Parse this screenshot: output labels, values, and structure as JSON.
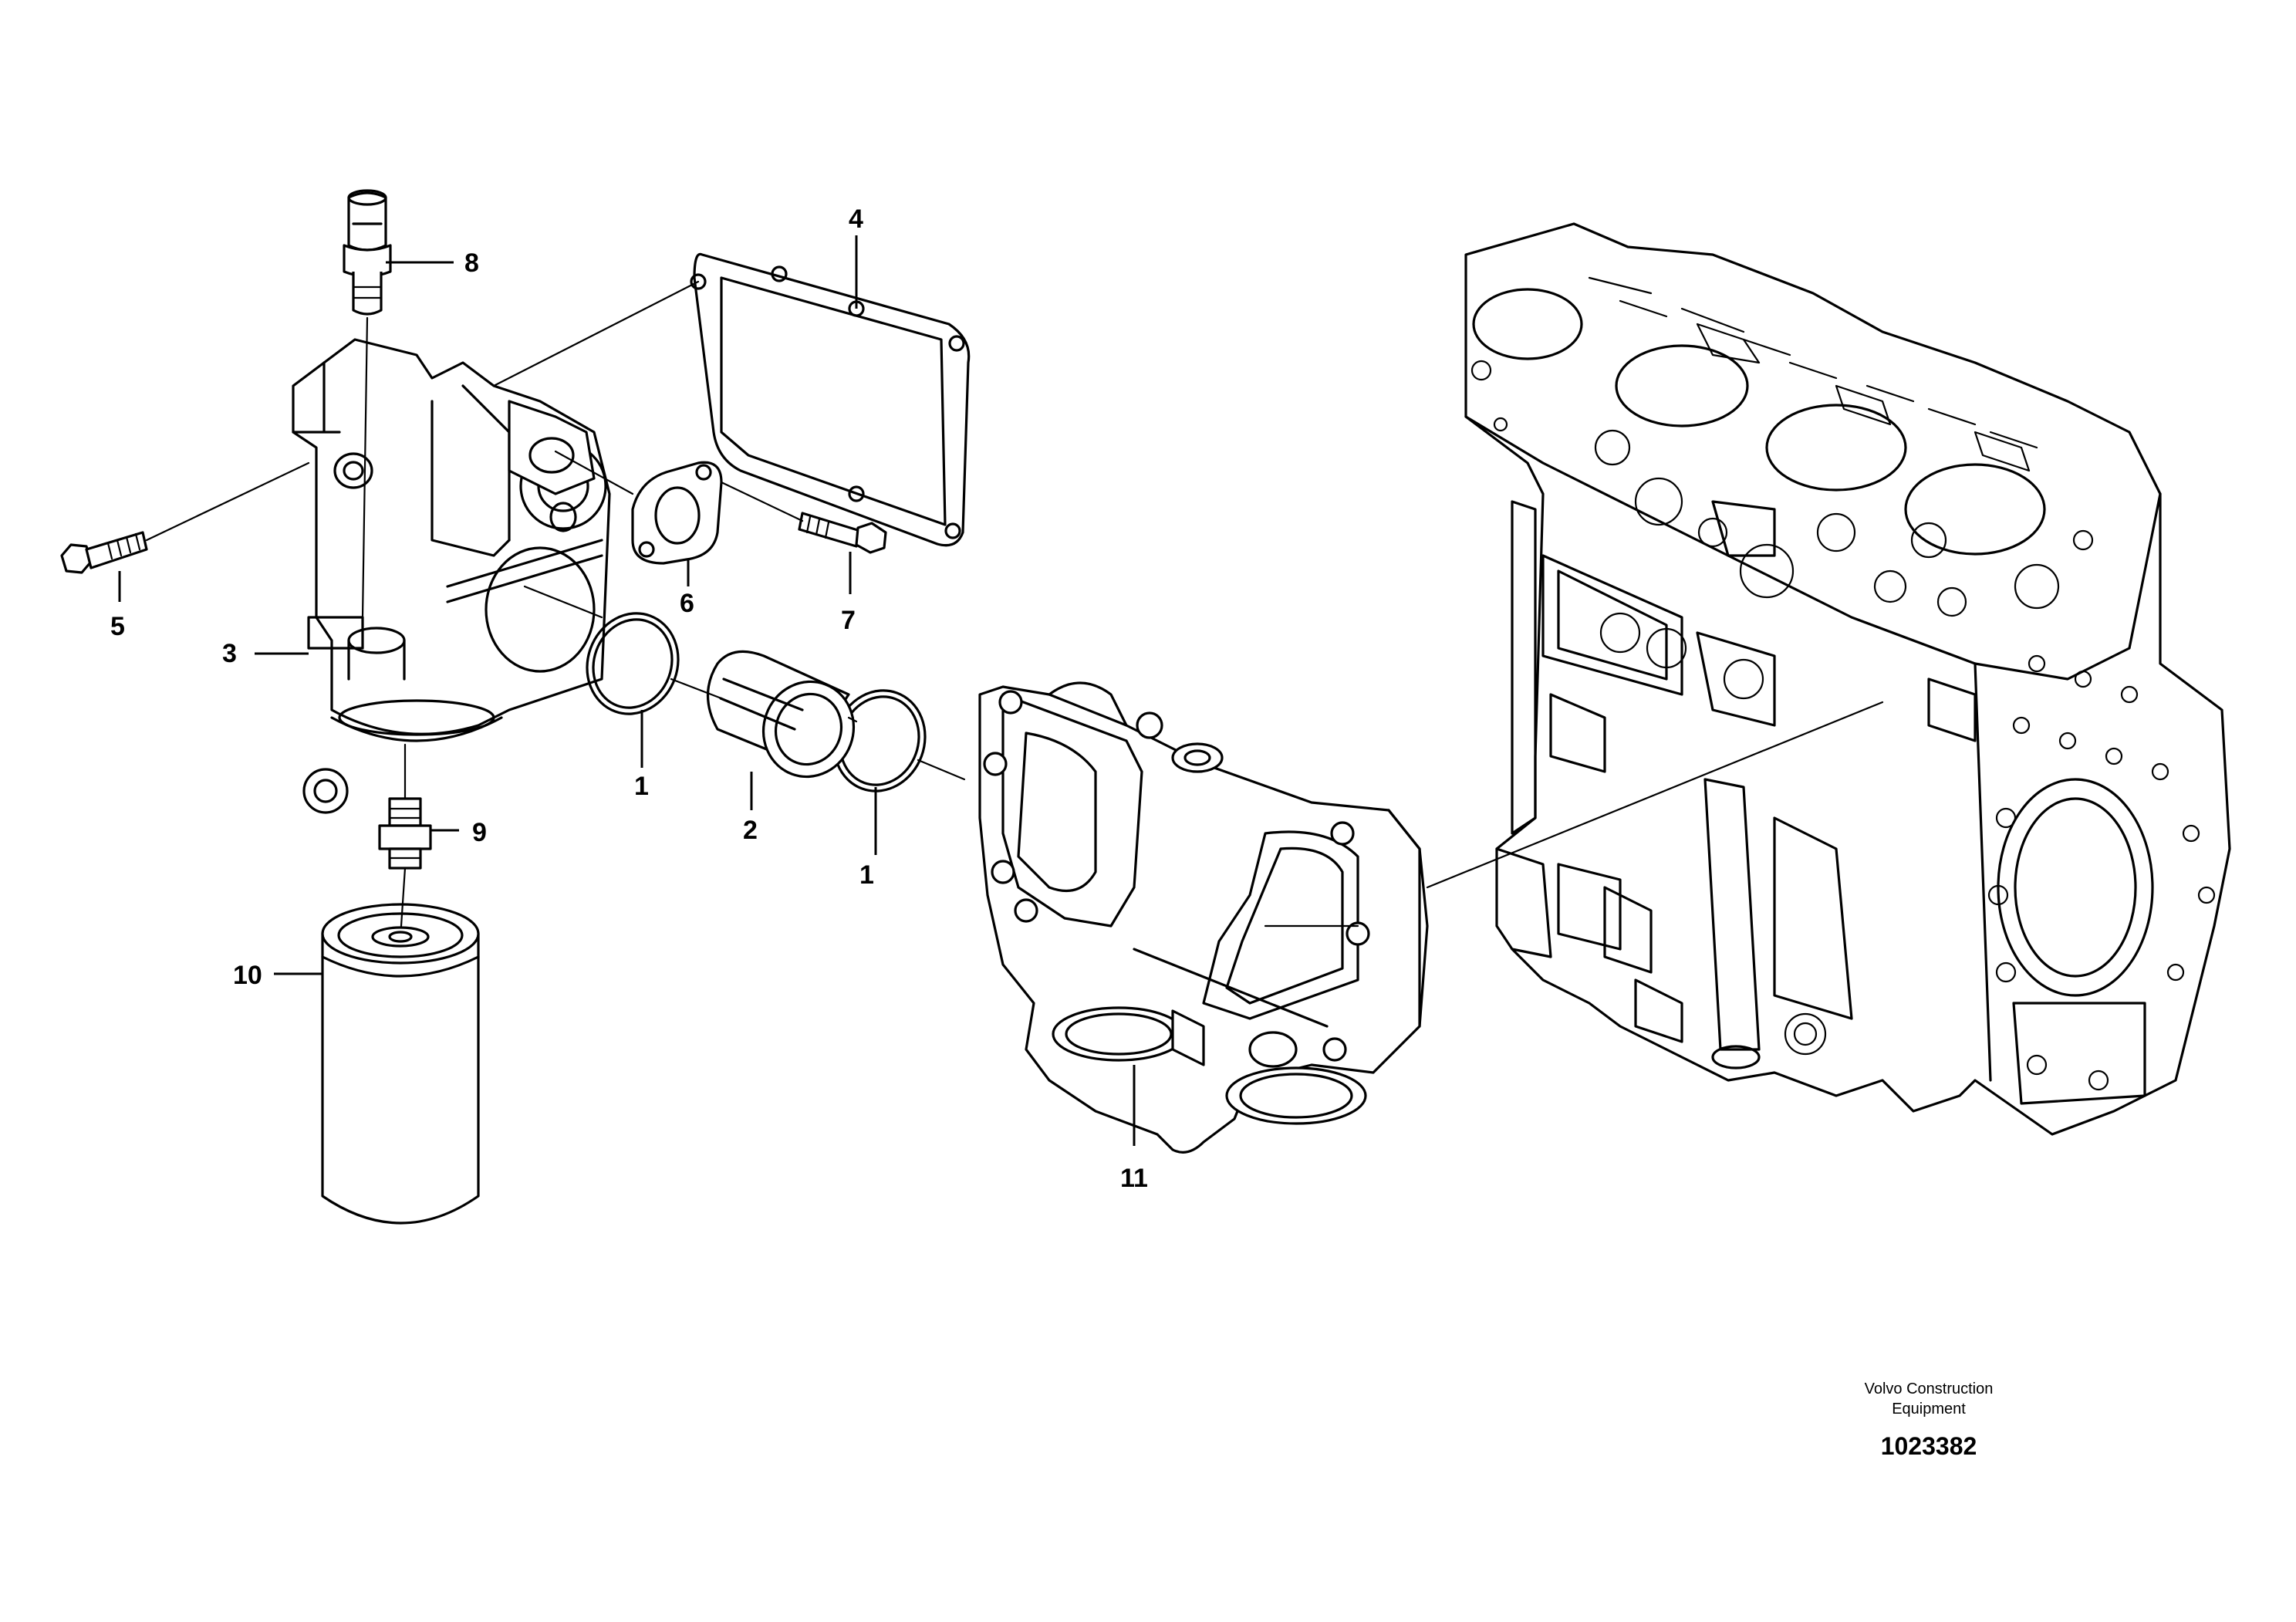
{
  "diagram": {
    "callouts": [
      {
        "id": "1a",
        "label": "1"
      },
      {
        "id": "1b",
        "label": "1"
      },
      {
        "id": "2",
        "label": "2"
      },
      {
        "id": "3",
        "label": "3"
      },
      {
        "id": "4",
        "label": "4"
      },
      {
        "id": "5",
        "label": "5"
      },
      {
        "id": "6",
        "label": "6"
      },
      {
        "id": "7",
        "label": "7"
      },
      {
        "id": "8",
        "label": "8"
      },
      {
        "id": "9",
        "label": "9"
      },
      {
        "id": "10",
        "label": "10"
      },
      {
        "id": "11",
        "label": "11"
      }
    ]
  },
  "footer": {
    "company_line1": "Volvo Construction",
    "company_line2": "Equipment",
    "reference": "1023382"
  }
}
